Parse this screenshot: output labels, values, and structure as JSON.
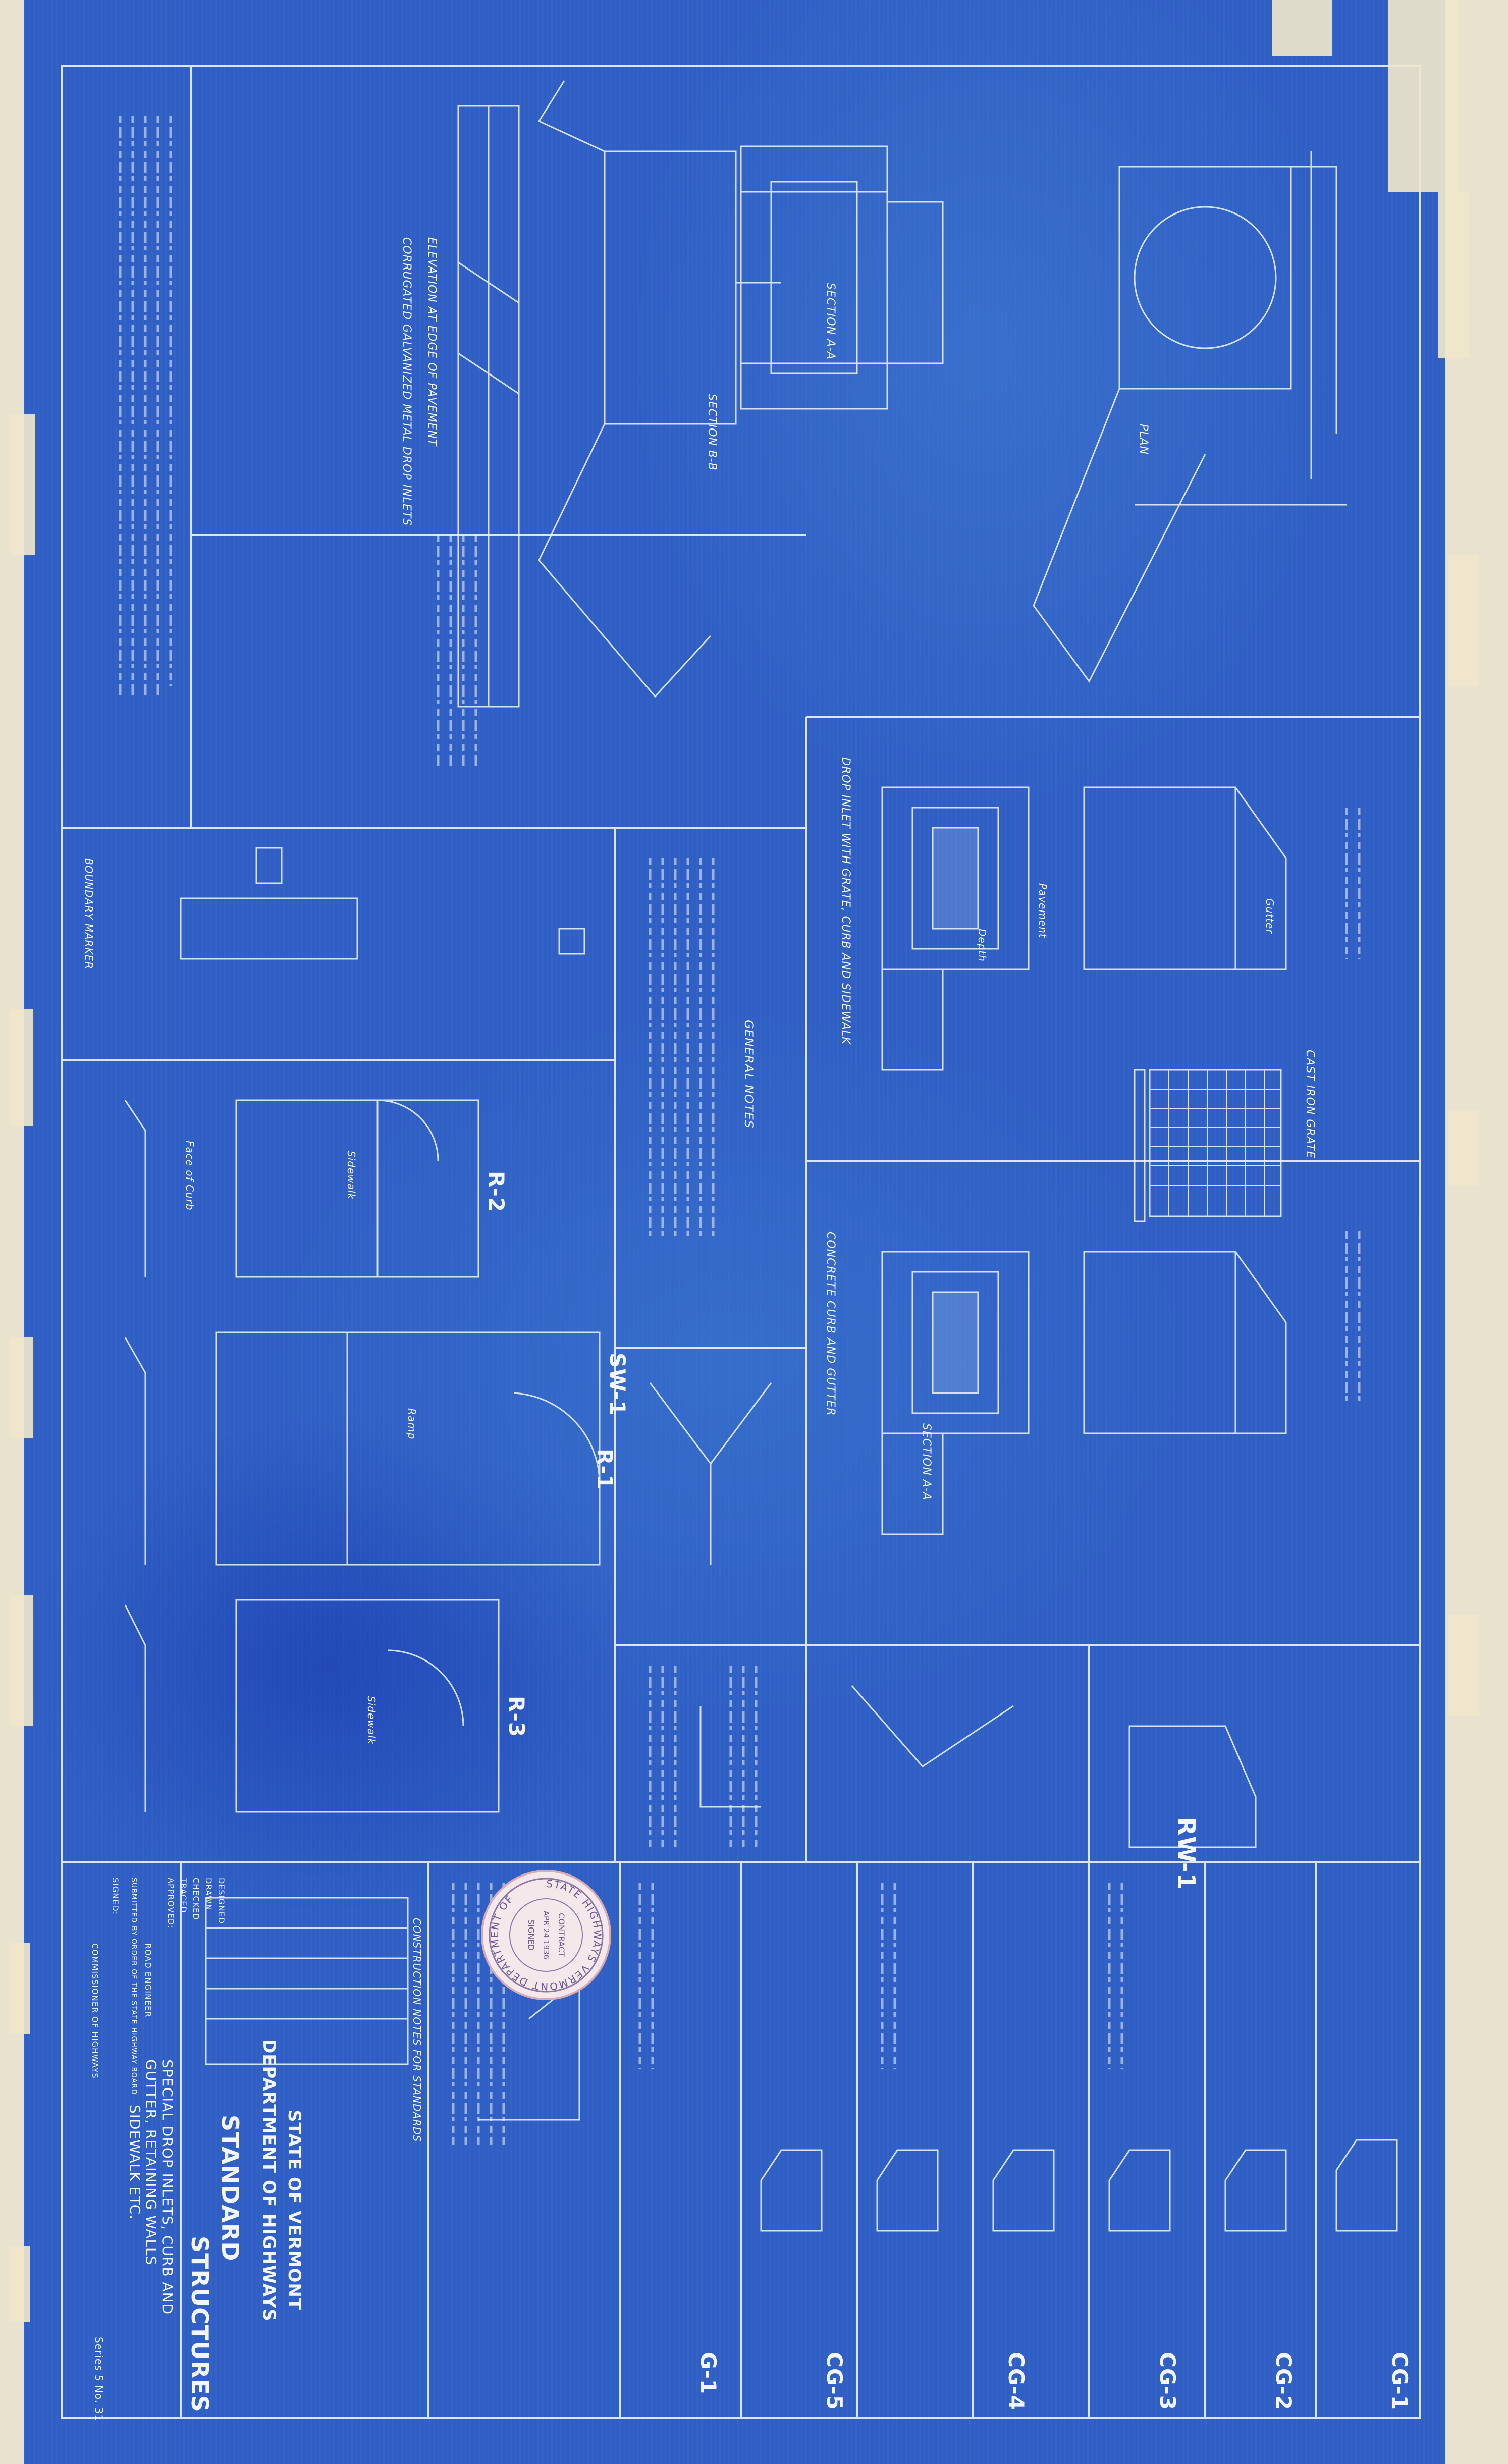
{
  "title_block": {
    "state": "STATE OF VERMONT",
    "department": "DEPARTMENT OF HIGHWAYS",
    "heading": "STANDARD",
    "subheading": "STRUCTURES",
    "description_line1": "SPECIAL DROP INLETS, CURB AND",
    "description_line2": "GUTTER, RETAINING WALLS",
    "description_line3": "SIDEWALK ETC.",
    "sheet_no": "Series 5  No. 31",
    "designed": "DESIGNED",
    "drawn": "DRAWN",
    "checked": "CHECKED",
    "traced": "TRACED",
    "approved": "APPROVED:",
    "road_engineer": "ROAD ENGINEER",
    "submitted": "SUBMITTED BY ORDER OF THE STATE HIGHWAY BOARD",
    "signed_label": "SIGNED:",
    "commissioner": "COMMISSIONER OF HIGHWAYS"
  },
  "stamp": {
    "ring_text": "STATE HIGHWAYS VERMONT DEPARTMENT OF",
    "center_top": "CONTRACT",
    "center_date": "APR 24 1936",
    "center_bottom": "SIGNED"
  },
  "detail_labels": {
    "cg1": "CG-1",
    "cg2": "CG-2",
    "cg3": "CG-3",
    "cg4": "CG-4",
    "cg5": "CG-5",
    "g1": "G-1",
    "rw1": "RW-1",
    "sw1": "SW-1",
    "r1": "R-1",
    "r2": "R-2",
    "r3": "R-3"
  },
  "notes": {
    "drop_inlet_title": "DROP INLET WITH GRATE, CURB AND SIDEWALK",
    "concrete_curb_gutter": "CONCRETE CURB AND GUTTER",
    "general_notes": "GENERAL NOTES",
    "cast_iron_grate": "CAST IRON GRATE",
    "corrugated_drop": "CORRUGATED GALVANIZED METAL DROP INLETS",
    "elevation_edge": "ELEVATION AT EDGE OF PAVEMENT",
    "section_aa": "SECTION A-A",
    "section_bb": "SECTION B-B",
    "plan": "PLAN",
    "construction_notes": "CONSTRUCTION NOTES FOR STANDARDS",
    "boundary_marker": "BOUNDARY MARKER",
    "sidewalk": "Sidewalk",
    "pavement": "Pavement",
    "gutter": "Gutter",
    "ramp": "Ramp",
    "face_of_curb": "Face of Curb",
    "depth": "Depth"
  },
  "colors": {
    "paper": "#e9e2cf",
    "blueprint": "#2f5fc4",
    "line": "#eef3ff",
    "stamp": "#f4e8ea",
    "stamp_ink": "#6b5a8f"
  }
}
